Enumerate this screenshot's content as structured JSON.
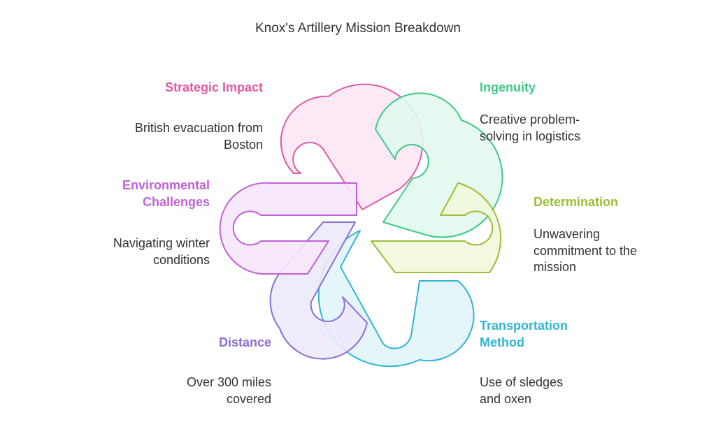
{
  "title": "Knox's Artillery Mission Breakdown",
  "segments": [
    {
      "key": "strategic",
      "label": "Strategic Impact",
      "desc": "British evacuation from Boston",
      "stroke": "#e05aa6",
      "fill": "#fde7f4"
    },
    {
      "key": "ingenuity",
      "label": "Ingenuity",
      "desc": "Creative problem-solving in logistics",
      "stroke": "#3ec98a",
      "fill": "#e2f8ee"
    },
    {
      "key": "determination",
      "label": "Determination",
      "desc": "Unwavering commitment to the mission",
      "stroke": "#9cbd35",
      "fill": "#f1f8dc"
    },
    {
      "key": "transportation",
      "label": "Transportation Method",
      "desc": "Use of sledges and oxen",
      "stroke": "#2fb6d3",
      "fill": "#e2f5fb"
    },
    {
      "key": "distance",
      "label": "Distance",
      "desc": "Over 300 miles covered",
      "stroke": "#8a6fd6",
      "fill": "#ece9fb"
    },
    {
      "key": "environmental",
      "label": "Environmental Challenges",
      "desc": "Navigating winter conditions",
      "stroke": "#c062d5",
      "fill": "#f6e7fb"
    }
  ]
}
